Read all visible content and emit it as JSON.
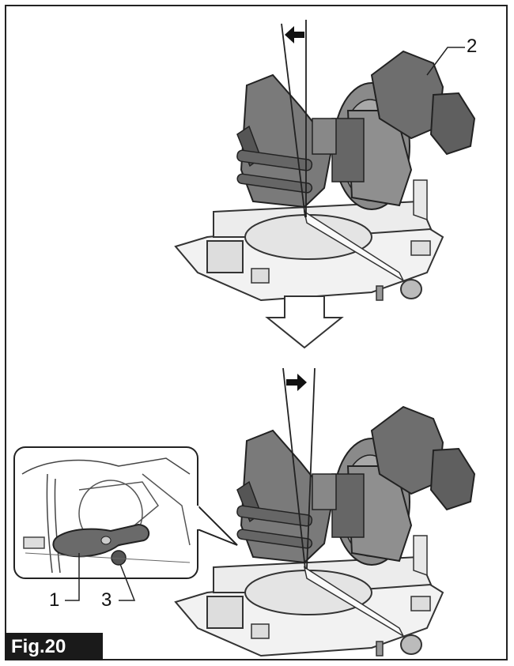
{
  "figure": {
    "label": "Fig.20",
    "callouts": {
      "c1": "1",
      "c2": "2",
      "c3": "3"
    }
  }
}
